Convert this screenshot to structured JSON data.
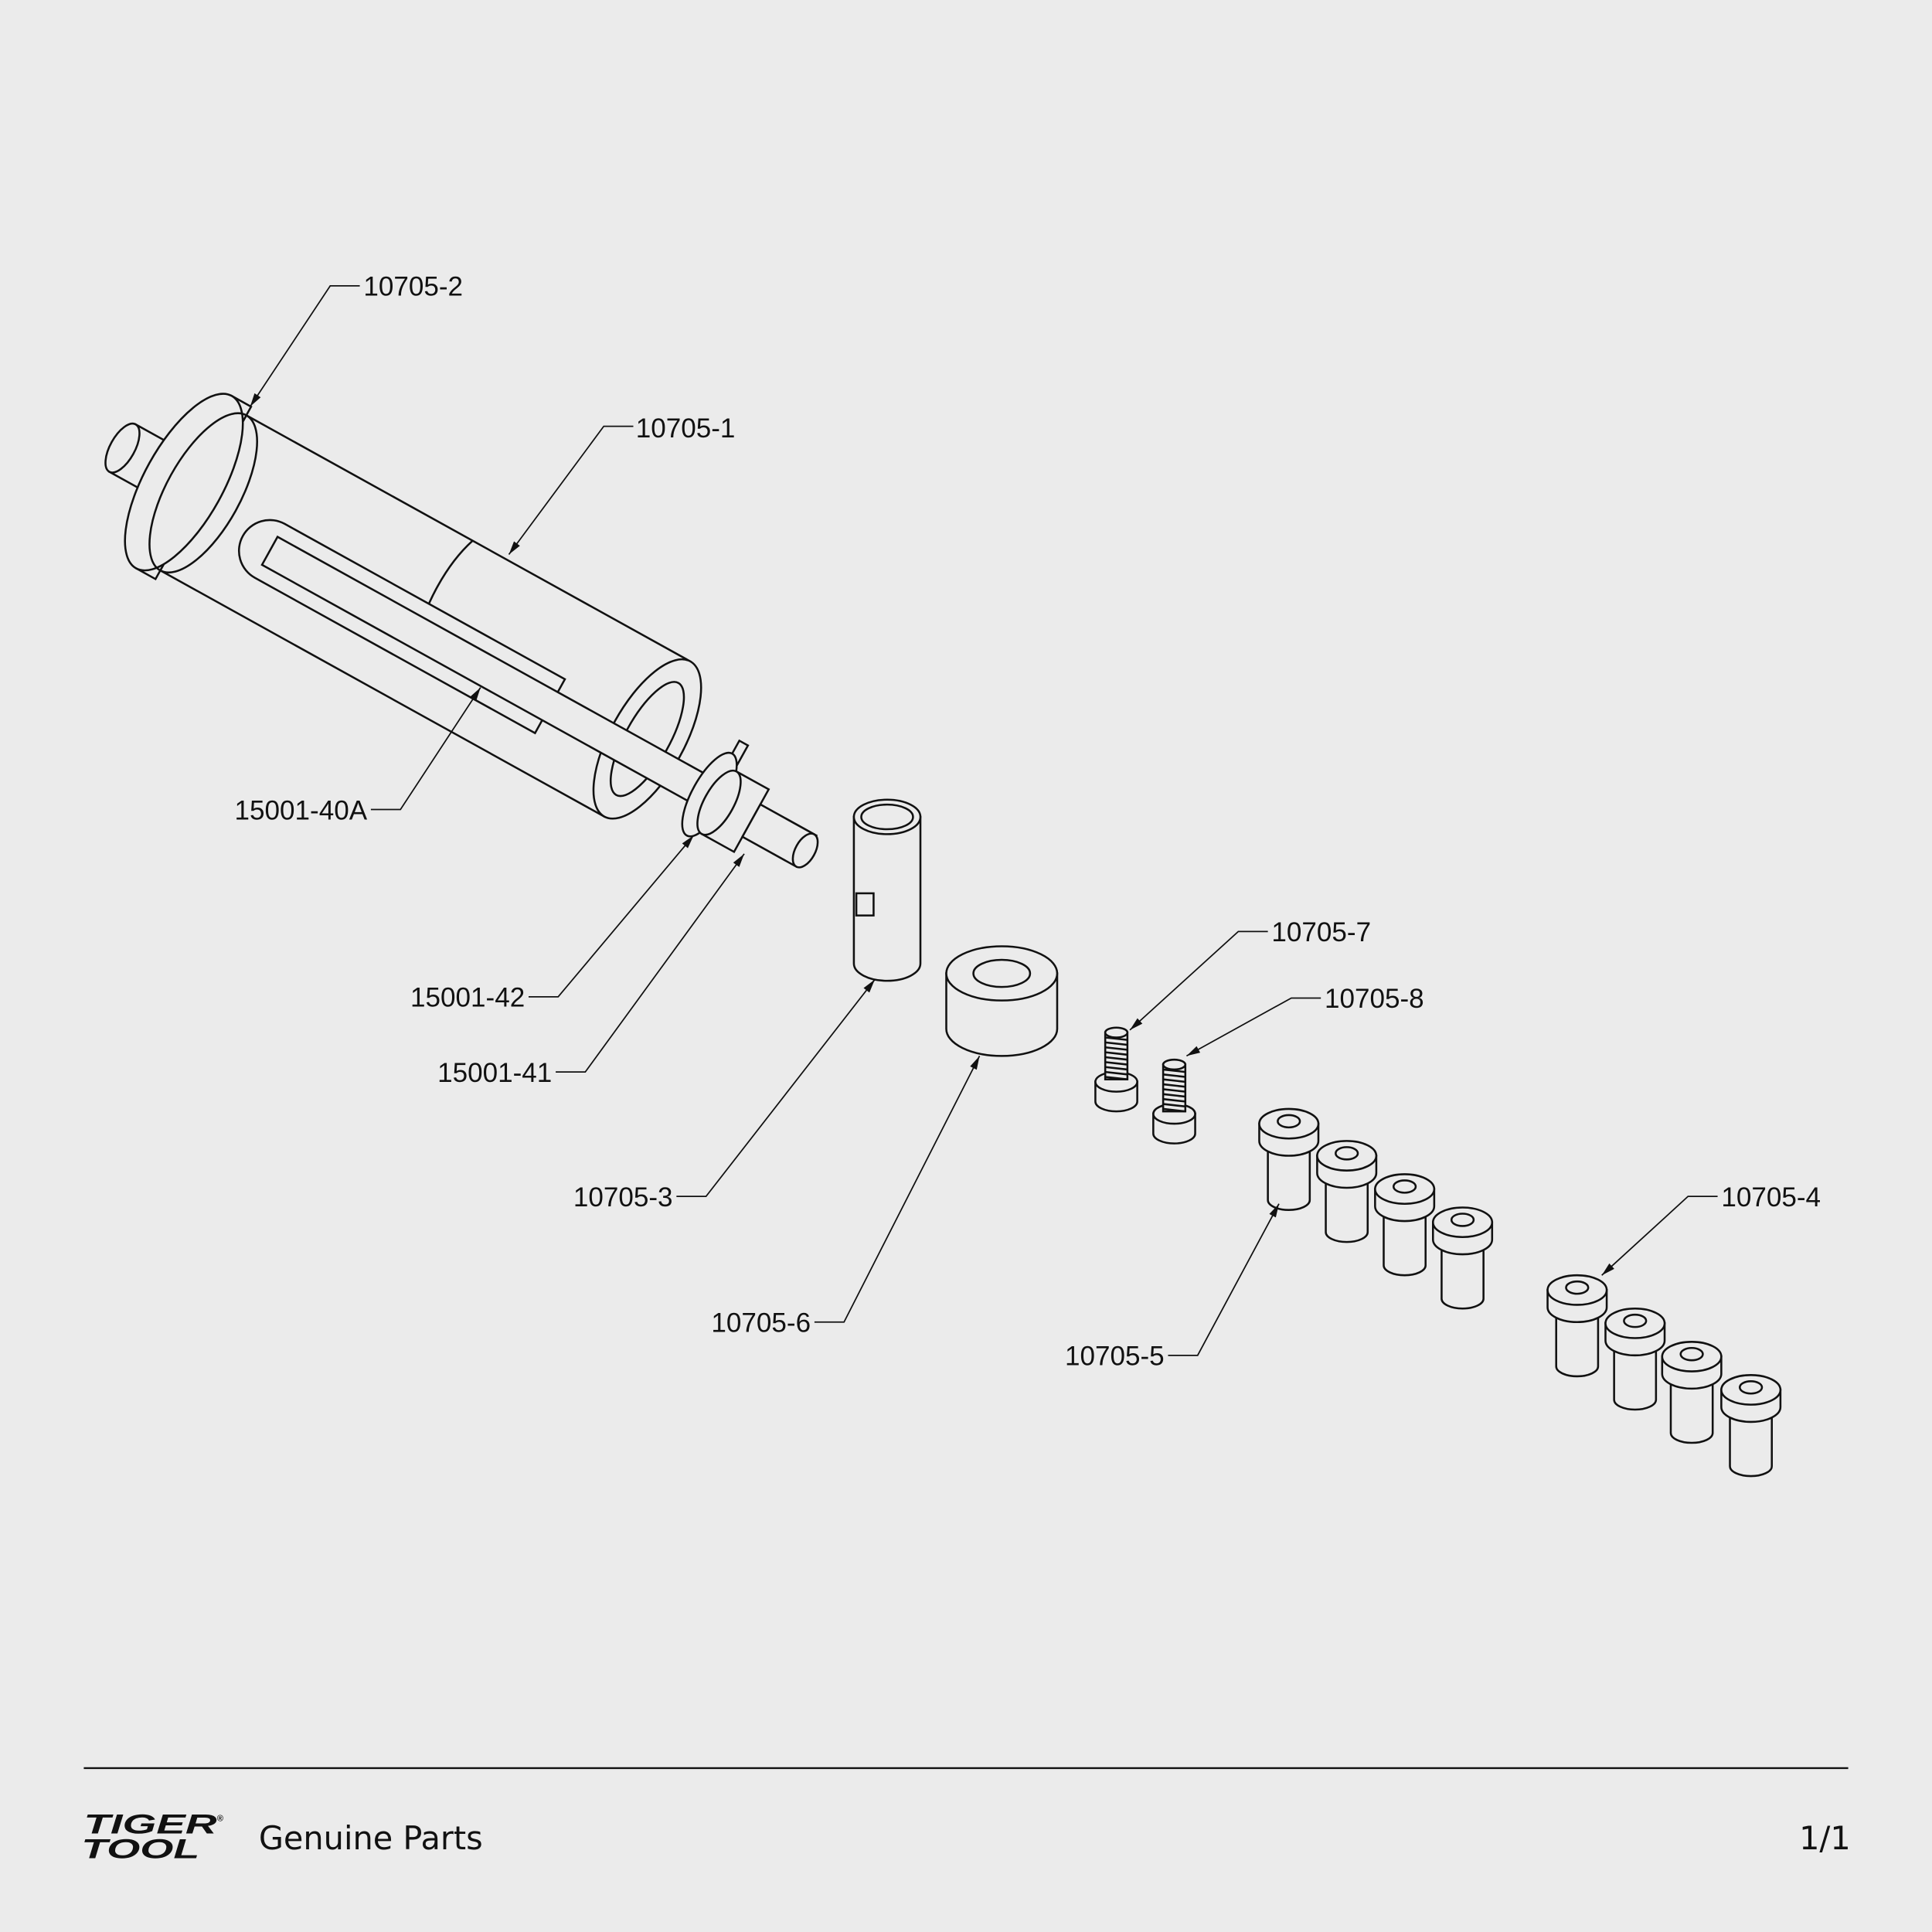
{
  "callouts": [
    {
      "part_number": "10705-2"
    },
    {
      "part_number": "10705-1"
    },
    {
      "part_number": "15001-40A"
    },
    {
      "part_number": "15001-42"
    },
    {
      "part_number": "15001-41"
    },
    {
      "part_number": "10705-3"
    },
    {
      "part_number": "10705-6"
    },
    {
      "part_number": "10705-7"
    },
    {
      "part_number": "10705-8"
    },
    {
      "part_number": "10705-5"
    },
    {
      "part_number": "10705-4"
    }
  ],
  "footer": {
    "brand_logo": "TIGER TOOL",
    "tagline": "Genuine Parts",
    "page": "1/1"
  }
}
